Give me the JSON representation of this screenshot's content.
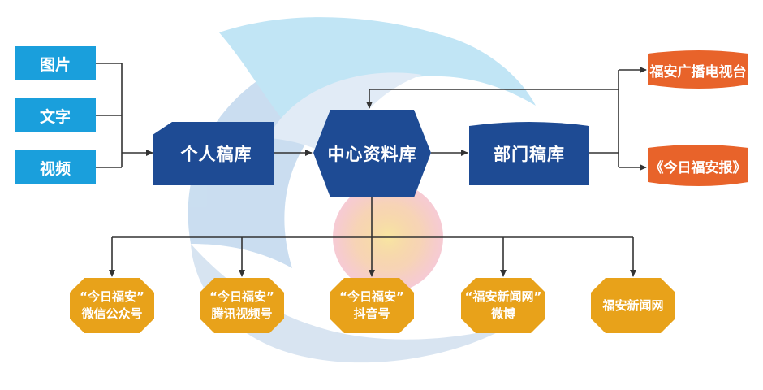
{
  "sources": [
    {
      "label": "图片"
    },
    {
      "label": "文字"
    },
    {
      "label": "视频"
    }
  ],
  "nodes": {
    "personal": "个人稿库",
    "central": "中心资料库",
    "department": "部门稿库"
  },
  "outlets": [
    {
      "label": "福安广播电视台"
    },
    {
      "label": "《今日福安报》"
    }
  ],
  "channels": [
    {
      "line1": "“今日福安”",
      "line2": "微信公众号"
    },
    {
      "line1": "“今日福安”",
      "line2": "腾讯视频号"
    },
    {
      "line1": "“今日福安”",
      "line2": "抖音号"
    },
    {
      "line1": "“福安新闻网”",
      "line2": "微博"
    },
    {
      "line1": "福安新闻网",
      "line2": ""
    }
  ],
  "colors": {
    "source_fill": "#1a9fdc",
    "core_fill": "#1e4b94",
    "outlet_fill": "#e8632a",
    "channel_fill": "#e8a21a",
    "connector": "#333333"
  }
}
